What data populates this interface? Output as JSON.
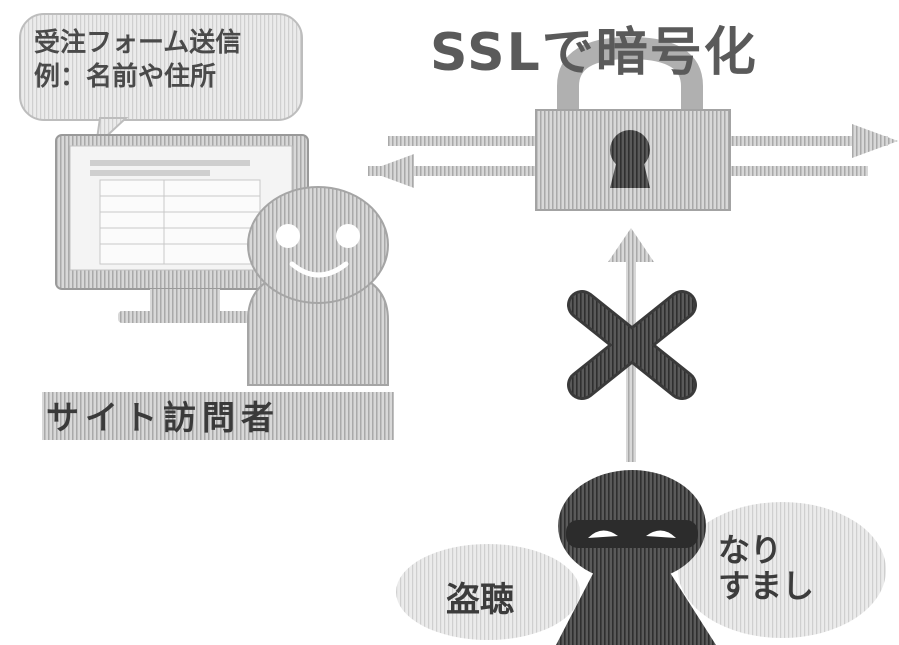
{
  "title": "SSLで暗号化",
  "visitor_bubble": {
    "text": "受注フォーム送信\n例：名前や住所"
  },
  "visitor_label": "サイト訪問者",
  "eavesdrop_label": "盗聴",
  "spoofing_label": "なり\nすまし",
  "colors": {
    "light_gray": "#dcdcdc",
    "mid_gray": "#a8a8a8",
    "dark_gray": "#3c3c3c"
  },
  "icons": [
    "monitor-icon",
    "smiling-person-icon",
    "padlock-icon",
    "double-arrow-icon",
    "up-arrow-icon",
    "x-mark-icon",
    "masked-attacker-icon"
  ]
}
